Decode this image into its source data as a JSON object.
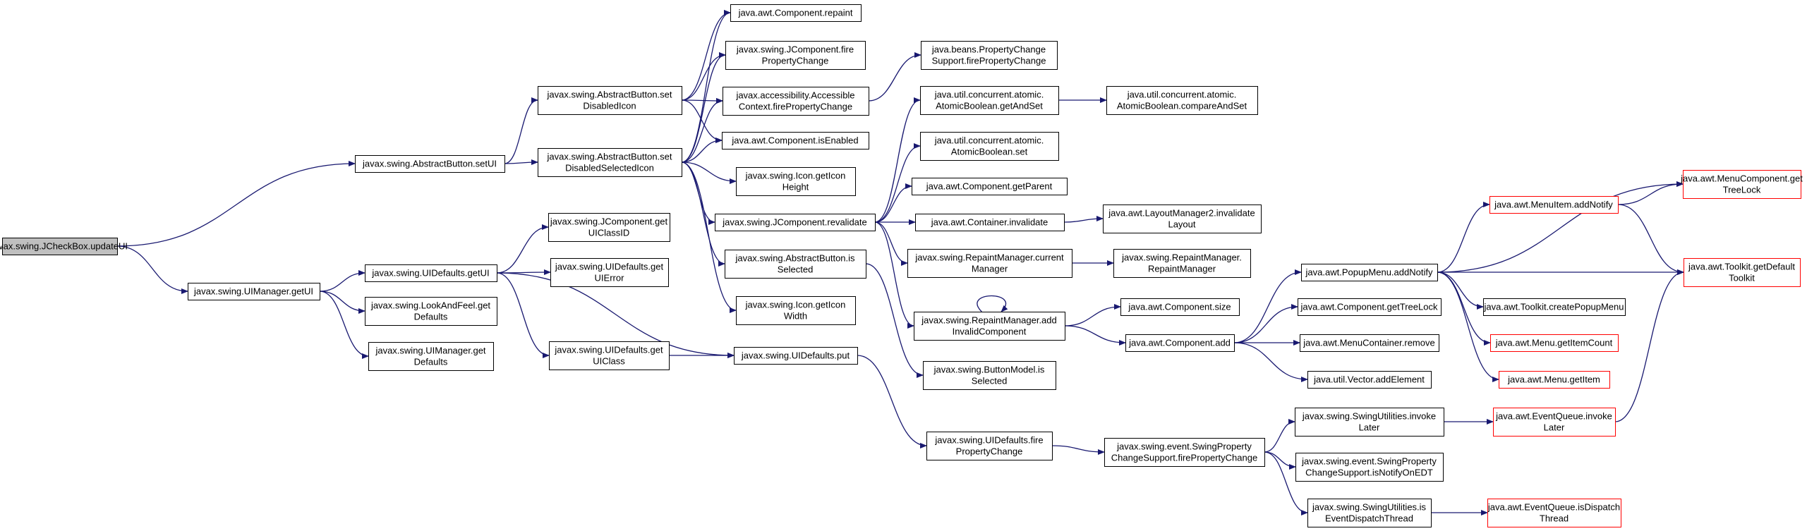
{
  "colors": {
    "edge": "#191970",
    "node_border": "#000000",
    "node_fill": "#ffffff",
    "root_fill": "#bfbfbf",
    "truncated_border": "#ff0000"
  },
  "nodes": [
    {
      "id": "n0",
      "lines": [
        "javax.swing.JCheckBox.updateUI"
      ],
      "style": "root"
    },
    {
      "id": "n1",
      "lines": [
        "javax.swing.AbstractButton.setUI"
      ]
    },
    {
      "id": "n2",
      "lines": [
        "javax.swing.UIManager.getUI"
      ]
    },
    {
      "id": "n3",
      "lines": [
        "javax.swing.AbstractButton.set",
        "DisabledIcon"
      ]
    },
    {
      "id": "n4",
      "lines": [
        "javax.swing.AbstractButton.set",
        "DisabledSelectedIcon"
      ]
    },
    {
      "id": "n5",
      "lines": [
        "java.awt.Component.repaint"
      ]
    },
    {
      "id": "n6",
      "lines": [
        "javax.swing.JComponent.fire",
        "PropertyChange"
      ]
    },
    {
      "id": "n7",
      "lines": [
        "javax.accessibility.Accessible",
        "Context.firePropertyChange"
      ]
    },
    {
      "id": "n8",
      "lines": [
        "java.awt.Component.isEnabled"
      ]
    },
    {
      "id": "n9",
      "lines": [
        "javax.swing.Icon.getIcon",
        "Height"
      ]
    },
    {
      "id": "n10",
      "lines": [
        "javax.swing.JComponent.revalidate"
      ]
    },
    {
      "id": "n11",
      "lines": [
        "javax.swing.AbstractButton.is",
        "Selected"
      ]
    },
    {
      "id": "n12",
      "lines": [
        "javax.swing.Icon.getIcon",
        "Width"
      ]
    },
    {
      "id": "n13",
      "lines": [
        "java.beans.PropertyChange",
        "Support.firePropertyChange"
      ]
    },
    {
      "id": "n14",
      "lines": [
        "java.util.concurrent.atomic.",
        "AtomicBoolean.getAndSet"
      ]
    },
    {
      "id": "n15",
      "lines": [
        "java.util.concurrent.atomic.",
        "AtomicBoolean.set"
      ]
    },
    {
      "id": "n16",
      "lines": [
        "java.awt.Component.getParent"
      ]
    },
    {
      "id": "n17",
      "lines": [
        "java.awt.Container.invalidate"
      ]
    },
    {
      "id": "n18",
      "lines": [
        "javax.swing.RepaintManager.current",
        "Manager"
      ]
    },
    {
      "id": "n19",
      "lines": [
        "javax.swing.RepaintManager.add",
        "InvalidComponent"
      ]
    },
    {
      "id": "n20",
      "lines": [
        "java.util.concurrent.atomic.",
        "AtomicBoolean.compareAndSet"
      ]
    },
    {
      "id": "n21",
      "lines": [
        "java.awt.LayoutManager2.invalidate",
        "Layout"
      ]
    },
    {
      "id": "n22",
      "lines": [
        "javax.swing.RepaintManager.",
        "RepaintManager"
      ]
    },
    {
      "id": "n23",
      "lines": [
        "javax.swing.UIDefaults.getUI"
      ]
    },
    {
      "id": "n24",
      "lines": [
        "javax.swing.LookAndFeel.get",
        "Defaults"
      ]
    },
    {
      "id": "n25",
      "lines": [
        "javax.swing.UIManager.get",
        "Defaults"
      ]
    },
    {
      "id": "n26",
      "lines": [
        "javax.swing.JComponent.get",
        "UIClassID"
      ]
    },
    {
      "id": "n27",
      "lines": [
        "javax.swing.UIDefaults.get",
        "UIError"
      ]
    },
    {
      "id": "n28",
      "lines": [
        "javax.swing.UIDefaults.get",
        "UIClass"
      ]
    },
    {
      "id": "n29",
      "lines": [
        "javax.swing.UIDefaults.put"
      ]
    },
    {
      "id": "n30",
      "lines": [
        "javax.swing.ButtonModel.is",
        "Selected"
      ]
    },
    {
      "id": "n31",
      "lines": [
        "javax.swing.UIDefaults.fire",
        "PropertyChange"
      ]
    },
    {
      "id": "n32",
      "lines": [
        "javax.swing.event.SwingProperty",
        "ChangeSupport.firePropertyChange"
      ]
    },
    {
      "id": "n33",
      "lines": [
        "java.awt.Component.size"
      ]
    },
    {
      "id": "n34",
      "lines": [
        "java.awt.Component.add"
      ]
    },
    {
      "id": "n35",
      "lines": [
        "java.awt.PopupMenu.addNotify"
      ]
    },
    {
      "id": "n36",
      "lines": [
        "java.awt.Component.getTreeLock"
      ]
    },
    {
      "id": "n37",
      "lines": [
        "java.awt.MenuContainer.remove"
      ]
    },
    {
      "id": "n38",
      "lines": [
        "java.util.Vector.addElement"
      ]
    },
    {
      "id": "n39",
      "lines": [
        "javax.swing.SwingUtilities.invoke",
        "Later"
      ]
    },
    {
      "id": "n40",
      "lines": [
        "javax.swing.event.SwingProperty",
        "ChangeSupport.isNotifyOnEDT"
      ]
    },
    {
      "id": "n41",
      "lines": [
        "javax.swing.SwingUtilities.is",
        "EventDispatchThread"
      ]
    },
    {
      "id": "n42",
      "lines": [
        "java.awt.MenuItem.addNotify"
      ],
      "style": "truncated"
    },
    {
      "id": "n43",
      "lines": [
        "java.awt.Toolkit.createPopupMenu"
      ]
    },
    {
      "id": "n44",
      "lines": [
        "java.awt.Menu.getItemCount"
      ],
      "style": "truncated"
    },
    {
      "id": "n45",
      "lines": [
        "java.awt.Menu.getItem"
      ],
      "style": "truncated"
    },
    {
      "id": "n46",
      "lines": [
        "java.awt.EventQueue.invoke",
        "Later"
      ],
      "style": "truncated"
    },
    {
      "id": "n47",
      "lines": [
        "java.awt.EventQueue.isDispatch",
        "Thread"
      ],
      "style": "truncated"
    },
    {
      "id": "n48",
      "lines": [
        "java.awt.MenuComponent.get",
        "TreeLock"
      ],
      "style": "truncated"
    },
    {
      "id": "n49",
      "lines": [
        "java.awt.Toolkit.getDefault",
        "Toolkit"
      ],
      "style": "truncated"
    }
  ],
  "edges": [
    [
      "n0",
      "n1"
    ],
    [
      "n0",
      "n2"
    ],
    [
      "n1",
      "n3"
    ],
    [
      "n1",
      "n4"
    ],
    [
      "n3",
      "n5"
    ],
    [
      "n3",
      "n6"
    ],
    [
      "n3",
      "n7"
    ],
    [
      "n3",
      "n8"
    ],
    [
      "n4",
      "n5"
    ],
    [
      "n4",
      "n6"
    ],
    [
      "n4",
      "n7"
    ],
    [
      "n4",
      "n8"
    ],
    [
      "n4",
      "n9"
    ],
    [
      "n4",
      "n10"
    ],
    [
      "n4",
      "n11"
    ],
    [
      "n4",
      "n12"
    ],
    [
      "n7",
      "n13"
    ],
    [
      "n10",
      "n14"
    ],
    [
      "n10",
      "n15"
    ],
    [
      "n10",
      "n16"
    ],
    [
      "n10",
      "n17"
    ],
    [
      "n10",
      "n18"
    ],
    [
      "n10",
      "n19"
    ],
    [
      "n14",
      "n20"
    ],
    [
      "n17",
      "n21"
    ],
    [
      "n18",
      "n22"
    ],
    [
      "n19",
      "n19"
    ],
    [
      "n19",
      "n33"
    ],
    [
      "n19",
      "n34"
    ],
    [
      "n2",
      "n23"
    ],
    [
      "n2",
      "n24"
    ],
    [
      "n2",
      "n25"
    ],
    [
      "n23",
      "n26"
    ],
    [
      "n23",
      "n27"
    ],
    [
      "n23",
      "n28"
    ],
    [
      "n23",
      "n29"
    ],
    [
      "n28",
      "n29"
    ],
    [
      "n11",
      "n30"
    ],
    [
      "n29",
      "n31"
    ],
    [
      "n31",
      "n32"
    ],
    [
      "n32",
      "n39"
    ],
    [
      "n32",
      "n40"
    ],
    [
      "n32",
      "n41"
    ],
    [
      "n34",
      "n35"
    ],
    [
      "n34",
      "n36"
    ],
    [
      "n34",
      "n37"
    ],
    [
      "n34",
      "n38"
    ],
    [
      "n35",
      "n48"
    ],
    [
      "n35",
      "n42"
    ],
    [
      "n35",
      "n49"
    ],
    [
      "n35",
      "n43"
    ],
    [
      "n35",
      "n44"
    ],
    [
      "n35",
      "n45"
    ],
    [
      "n42",
      "n48"
    ],
    [
      "n42",
      "n49"
    ],
    [
      "n39",
      "n46"
    ],
    [
      "n46",
      "n49"
    ],
    [
      "n41",
      "n47"
    ]
  ]
}
